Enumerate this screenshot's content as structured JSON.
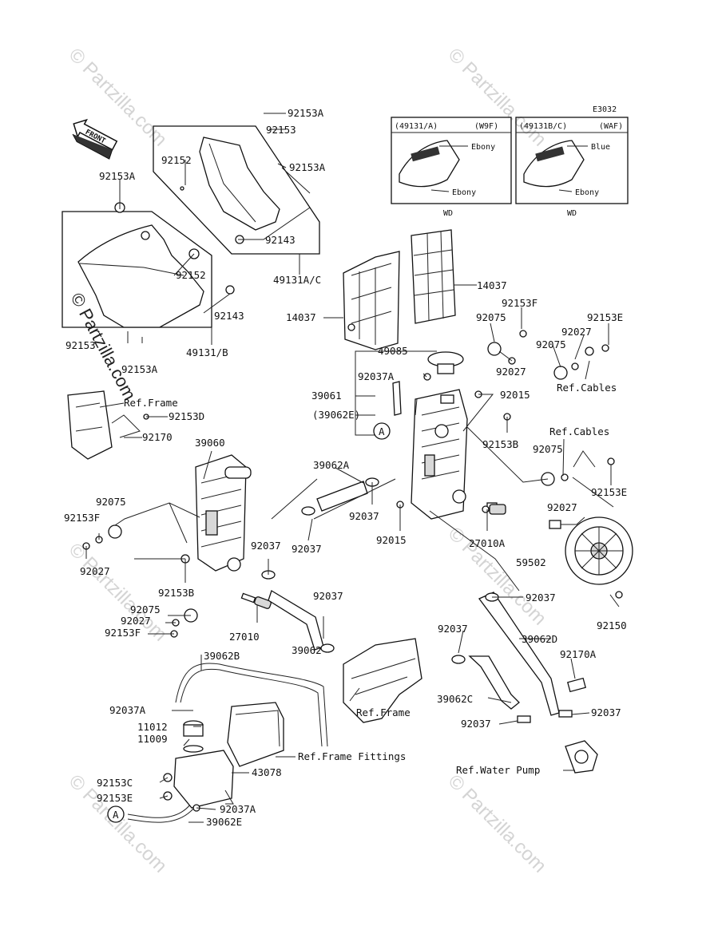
{
  "diagram": {
    "code": "E3032",
    "front_label": "FRONT",
    "watermark": "© Partzilla.com",
    "watermark_side": "© Partzilla.com",
    "insets": [
      {
        "header_model": "(49131/A)",
        "header_variant": "(W9F)",
        "colors": [
          "Ebony",
          "Ebony"
        ],
        "footer": "WD"
      },
      {
        "header_model": "(49131B/C)",
        "header_variant": "(WAF)",
        "colors": [
          "Blue",
          "Ebony"
        ],
        "footer": "WD"
      }
    ],
    "labels": {
      "l01": "92153A",
      "l02": "92153",
      "l03": "92152",
      "l04": "92153A",
      "l05": "92143",
      "l06": "49131A/C",
      "l07": "92153A",
      "l08": "92152",
      "l09": "92143",
      "l10": "92153",
      "l11": "92153A",
      "l12": "49131/B",
      "l13": "14037",
      "l14": "14037",
      "l15": "92153F",
      "l16": "92153E",
      "l17": "92075",
      "l18": "92027",
      "l19": "92075",
      "l20": "92027",
      "l21": "Ref.Cables",
      "l22": "49085",
      "l23": "92037A",
      "l24": "39061",
      "l25": "92015",
      "l26": "(39062E)",
      "l27": "92153B",
      "l28": "Ref.Frame",
      "l29": "92153D",
      "l30": "92170",
      "l31": "39060",
      "l32": "Ref.Cables",
      "l33": "92075",
      "l34": "92153E",
      "l35": "39062A",
      "l36": "92075",
      "l37": "92153F",
      "l38": "92037",
      "l39": "92027",
      "l40": "92015",
      "l41": "27010A",
      "l42": "92037",
      "l43": "92027",
      "l44": "92037",
      "l45": "59502",
      "l46": "92153B",
      "l47": "92037",
      "l48": "92075",
      "l49": "92027",
      "l50": "92153F",
      "l51": "27010",
      "l52": "39062",
      "l53": "92150",
      "l54": "92037",
      "l55": "39062D",
      "l56": "39062B",
      "l57": "92170A",
      "l58": "92037A",
      "l59": "Ref.Frame",
      "l60": "39062C",
      "l61": "11012",
      "l62": "11009",
      "l63": "92037",
      "l64": "92037",
      "l65": "Ref.Frame Fittings",
      "l66": "43078",
      "l67": "Ref.Water Pump",
      "l68": "92153C",
      "l69": "92153E",
      "l70": "92037A",
      "l71": "39062E",
      "l72": "A",
      "l73": "A"
    }
  }
}
